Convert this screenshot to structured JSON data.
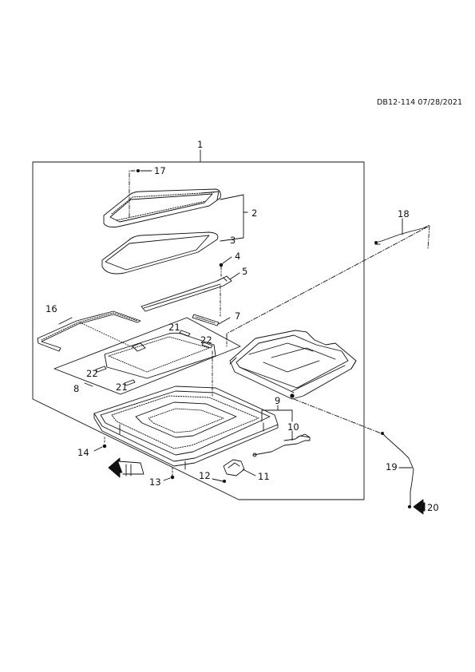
{
  "diagram": {
    "reference": "DB12-114 07/28/2021",
    "callouts": [
      "1",
      "2",
      "3",
      "4",
      "5",
      "7",
      "8",
      "9",
      "10",
      "11",
      "12",
      "13",
      "14",
      "16",
      "17",
      "18",
      "19",
      "20",
      "21",
      "21",
      "22",
      "22"
    ]
  }
}
